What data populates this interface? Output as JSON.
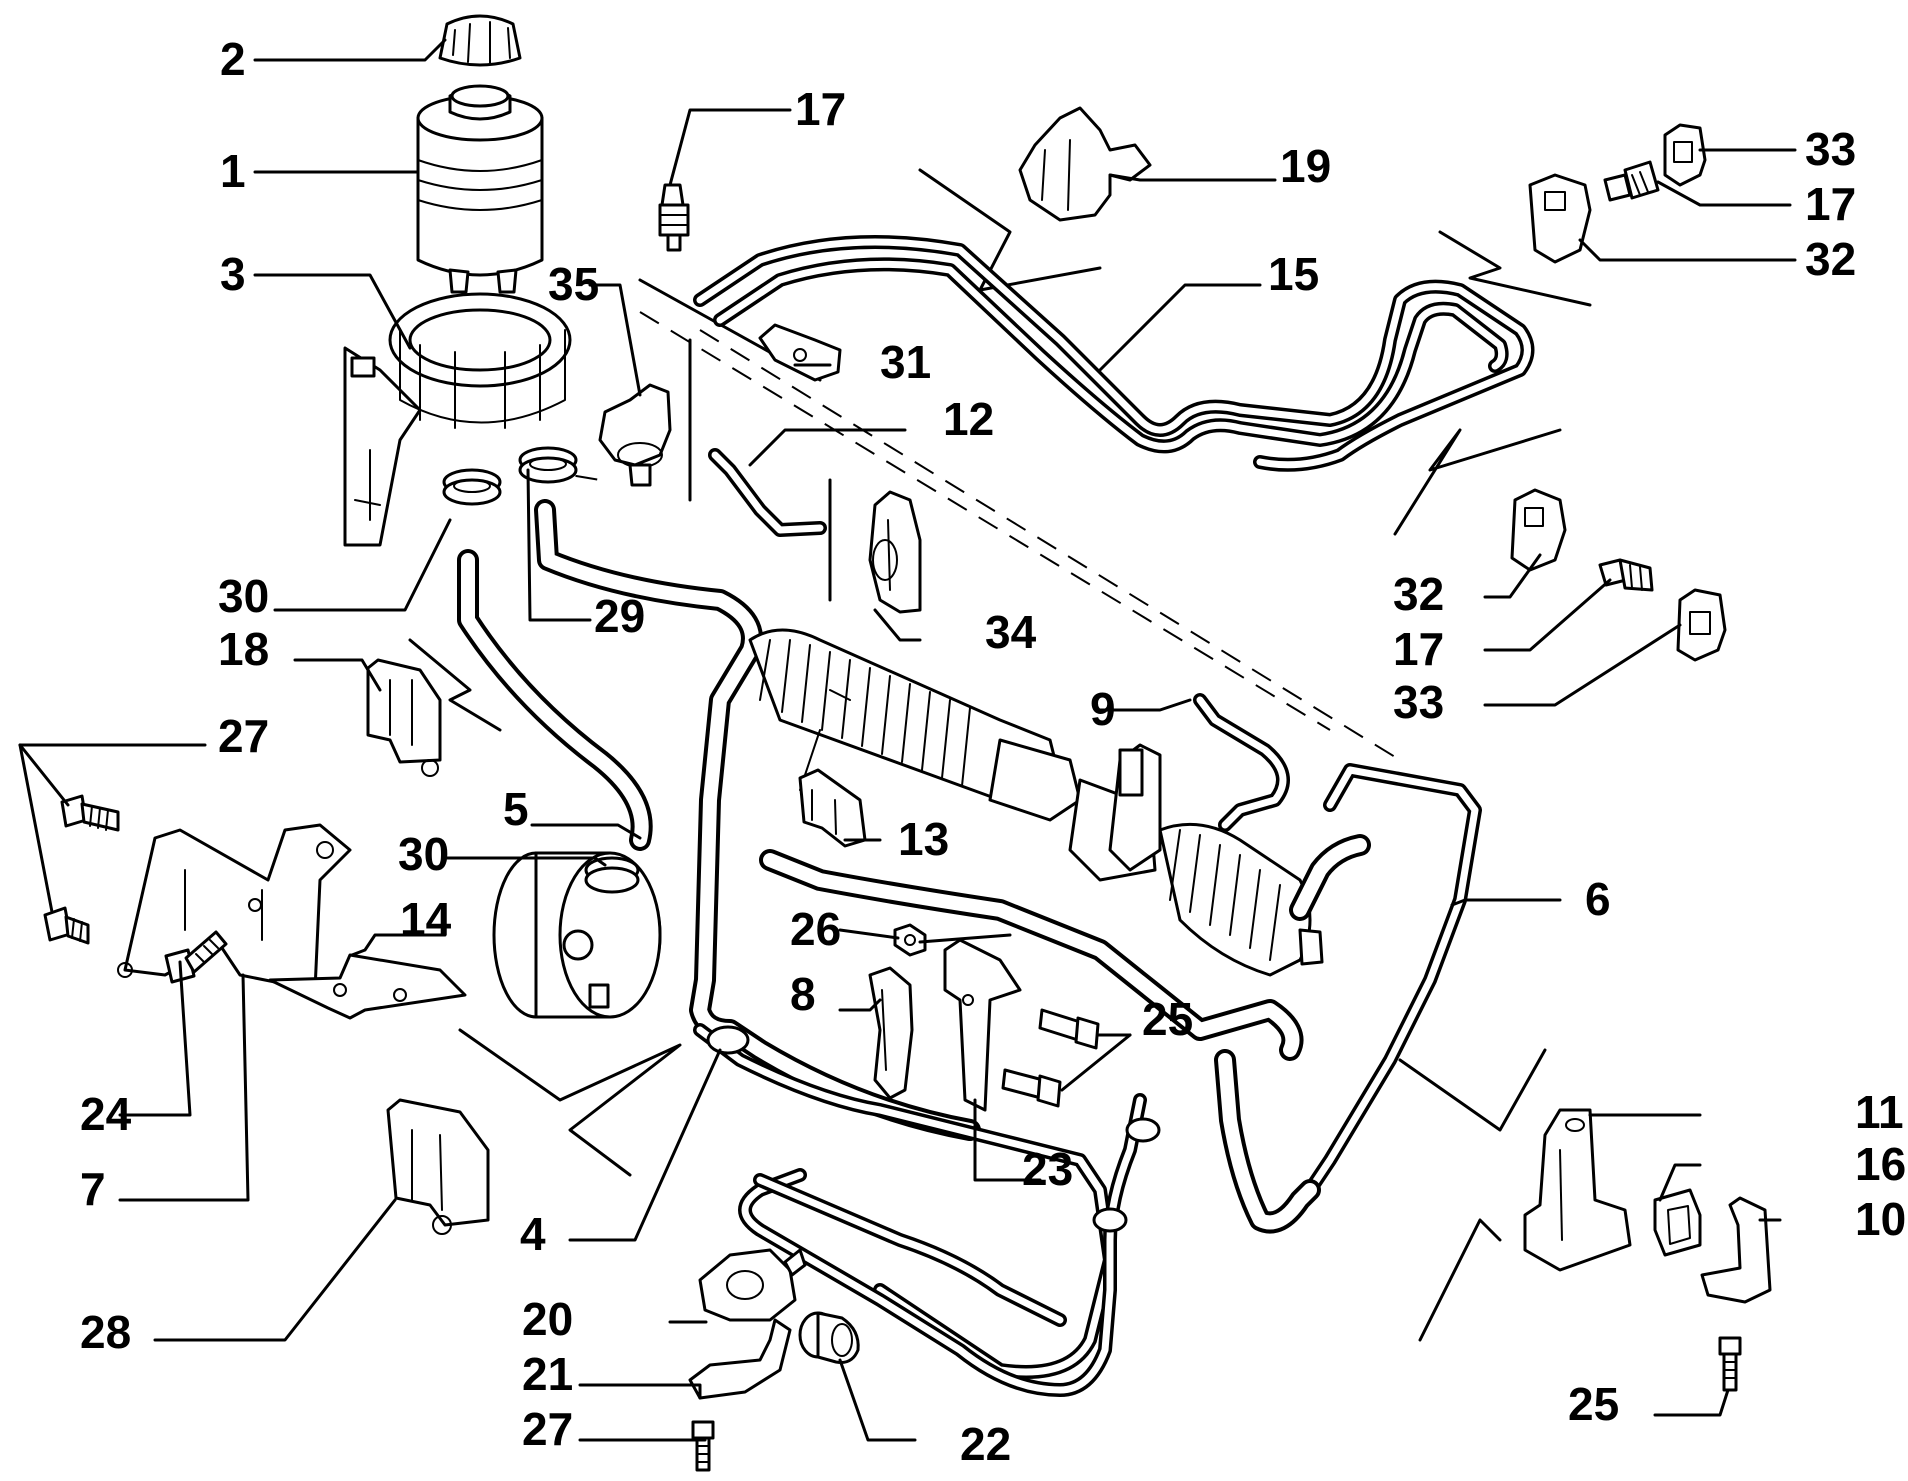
{
  "callouts": {
    "c1": "1",
    "c2": "2",
    "c3": "3",
    "c4": "4",
    "c5": "5",
    "c6": "6",
    "c7": "7",
    "c8": "8",
    "c9": "9",
    "c10": "10",
    "c11": "11",
    "c12": "12",
    "c13": "13",
    "c14": "14",
    "c15": "15",
    "c16": "16",
    "c17a": "17",
    "c17b": "17",
    "c17c": "17",
    "c18": "18",
    "c19": "19",
    "c20": "20",
    "c21": "21",
    "c22": "22",
    "c23": "23",
    "c24": "24",
    "c25a": "25",
    "c25b": "25",
    "c26": "26",
    "c27a": "27",
    "c27b": "27",
    "c28": "28",
    "c29": "29",
    "c30a": "30",
    "c30b": "30",
    "c31": "31",
    "c32a": "32",
    "c32b": "32",
    "c33a": "33",
    "c33b": "33",
    "c34": "34",
    "c35": "35"
  }
}
